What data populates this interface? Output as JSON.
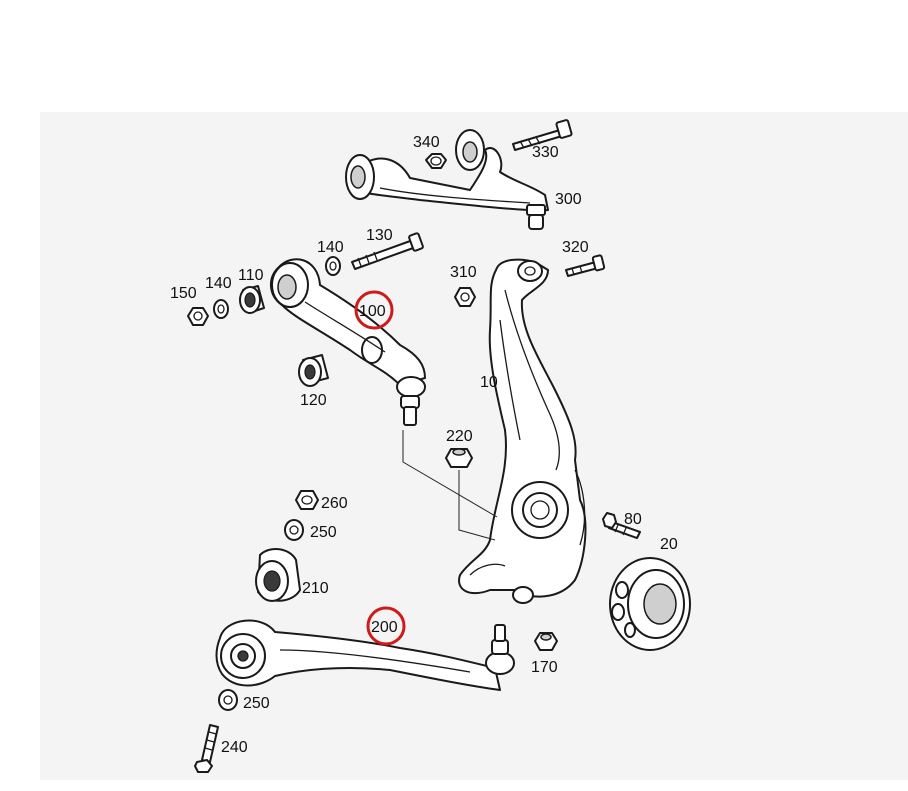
{
  "labels": {
    "p10": "10",
    "p20": "20",
    "p80": "80",
    "p100": "100",
    "p110": "110",
    "p120": "120",
    "p130": "130",
    "p140a": "140",
    "p140b": "140",
    "p150": "150",
    "p170": "170",
    "p200": "200",
    "p210": "210",
    "p220": "220",
    "p240": "240",
    "p250a": "250",
    "p250b": "250",
    "p260": "260",
    "p300": "300",
    "p310": "310",
    "p320": "320",
    "p330": "330",
    "p340": "340"
  },
  "highlight_color": "#d01a1a",
  "highlighted": [
    "100",
    "200"
  ]
}
